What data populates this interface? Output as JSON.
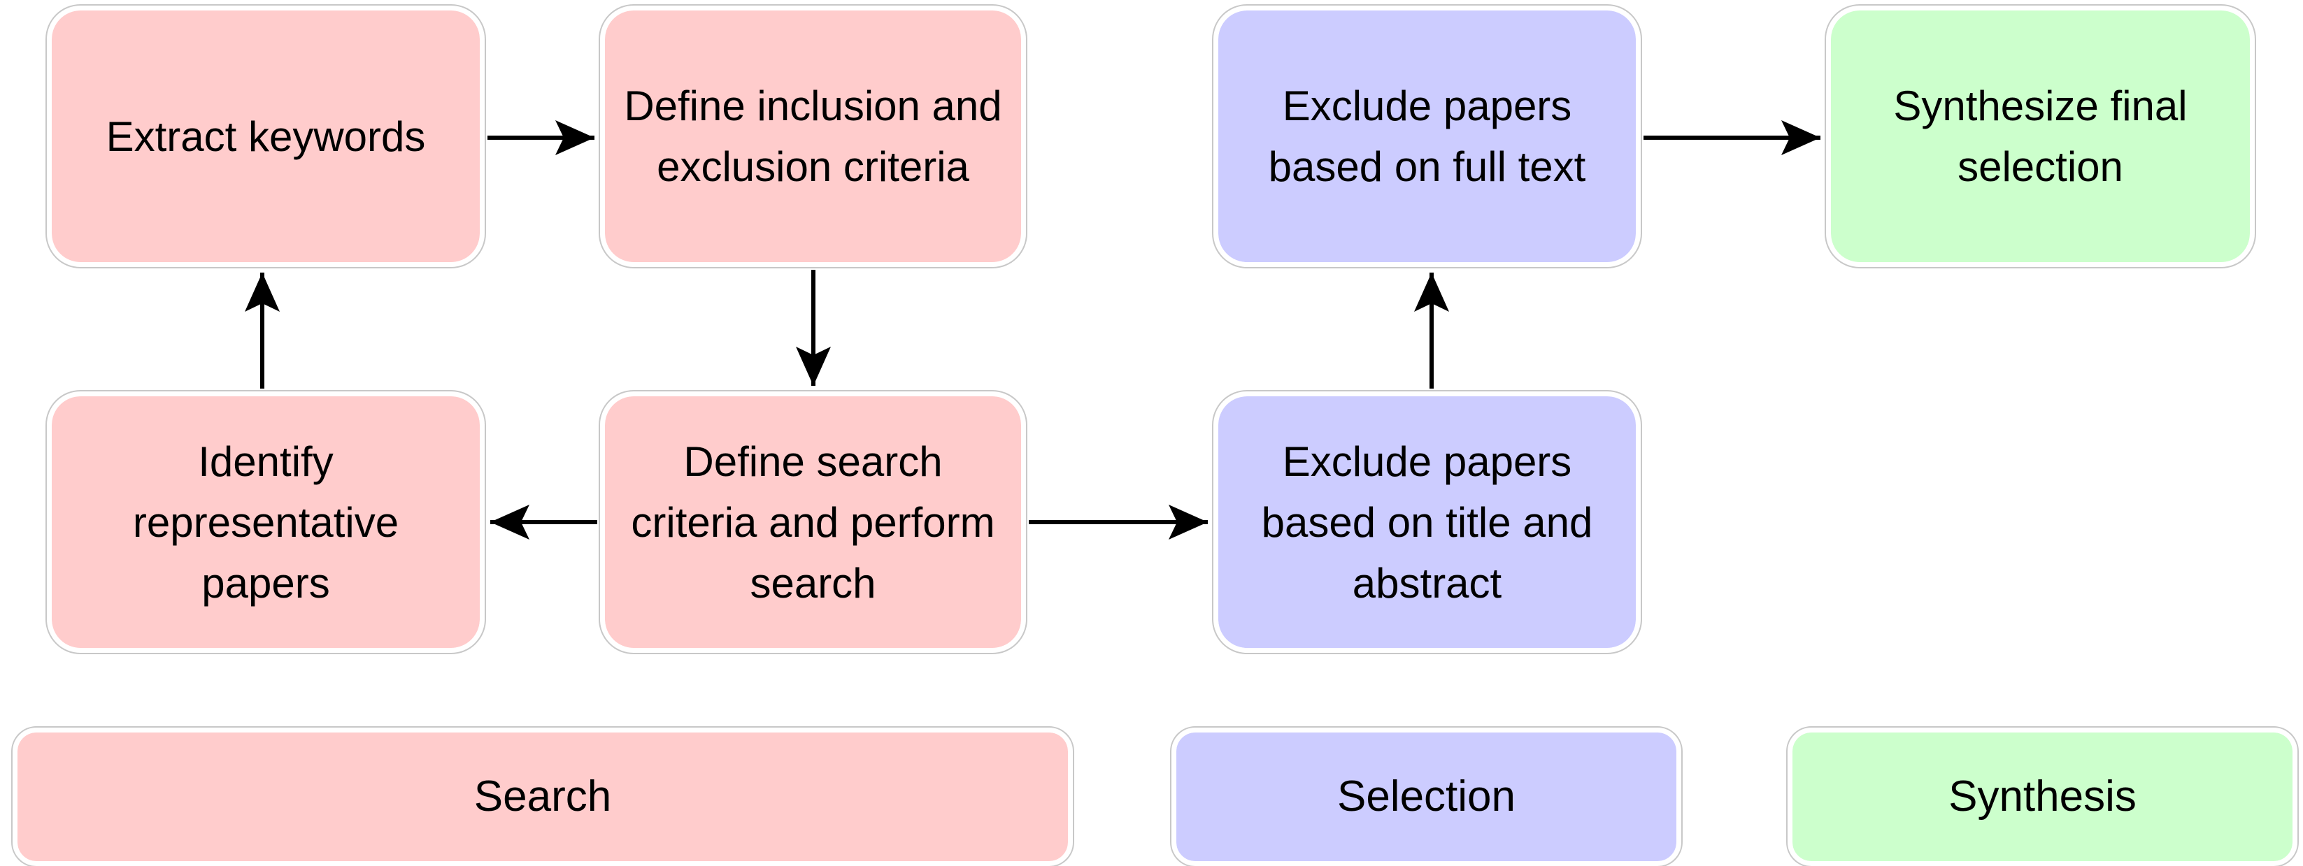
{
  "diagram": {
    "type": "flowchart",
    "nodes": {
      "extract_keywords": {
        "label": "Extract keywords",
        "category": "search"
      },
      "define_inclusion": {
        "label": "Define inclusion and exclusion criteria",
        "category": "search"
      },
      "exclude_full_text": {
        "label": "Exclude papers based on full text",
        "category": "selection"
      },
      "synthesize_final": {
        "label": "Synthesize final selection",
        "category": "synthesis"
      },
      "identify_representative": {
        "label": "Identify representative papers",
        "category": "search"
      },
      "define_search": {
        "label": "Define search criteria and perform search",
        "category": "search"
      },
      "exclude_title_abstract": {
        "label": "Exclude papers based on title and abstract",
        "category": "selection"
      }
    },
    "edges": [
      {
        "from": "extract_keywords",
        "to": "define_inclusion"
      },
      {
        "from": "define_inclusion",
        "to": "define_search"
      },
      {
        "from": "define_search",
        "to": "identify_representative"
      },
      {
        "from": "identify_representative",
        "to": "extract_keywords"
      },
      {
        "from": "define_search",
        "to": "exclude_title_abstract"
      },
      {
        "from": "exclude_title_abstract",
        "to": "exclude_full_text"
      },
      {
        "from": "exclude_full_text",
        "to": "synthesize_final"
      }
    ],
    "legend": [
      {
        "label": "Search",
        "color": "#FFCCCC"
      },
      {
        "label": "Selection",
        "color": "#CCCCFF"
      },
      {
        "label": "Synthesis",
        "color": "#CCFFCC"
      }
    ],
    "colors": {
      "search_fill": "#FFCCCC",
      "selection_fill": "#CCCCFF",
      "synthesis_fill": "#CCFFCC",
      "node_outline": "#C8C8C8",
      "arrow": "#000000",
      "text": "#000000",
      "background": "#FFFFFF"
    }
  }
}
